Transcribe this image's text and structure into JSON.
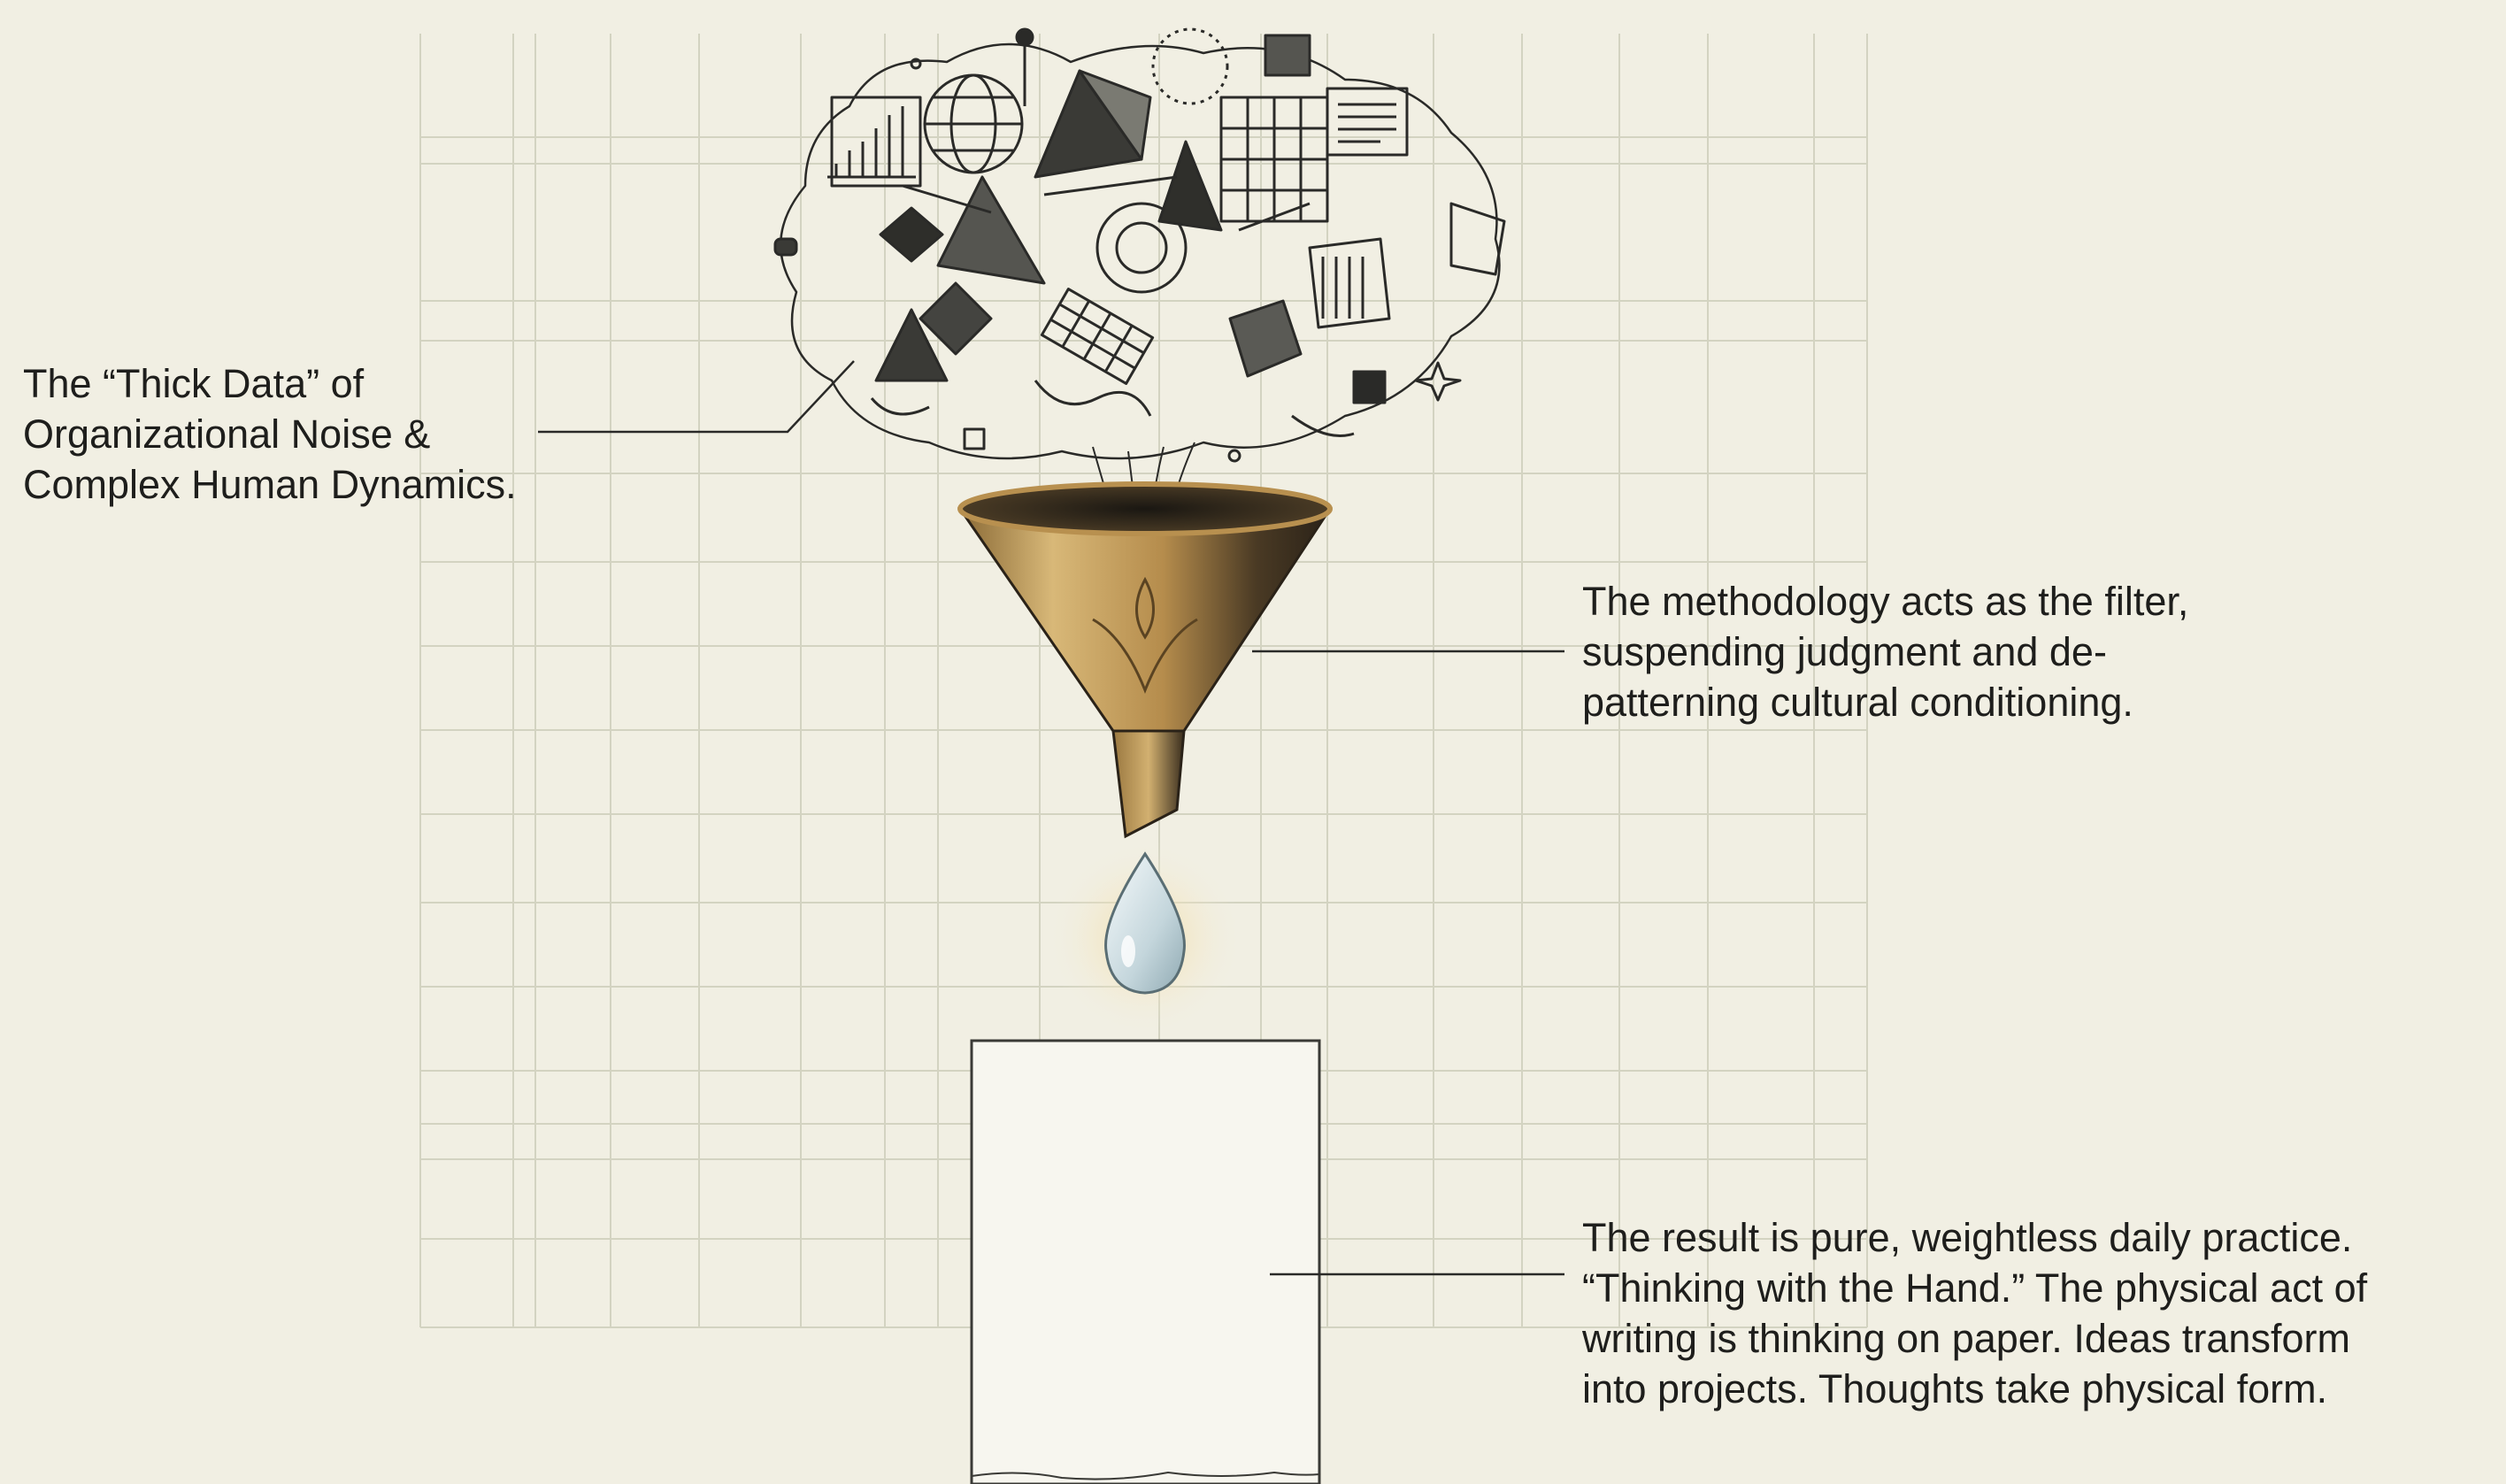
{
  "callouts": {
    "noise": {
      "lines": [
        "The “Thick Data” of",
        "Organizational Noise &",
        "Complex Human Dynamics."
      ]
    },
    "filter": {
      "lines": [
        "The methodology acts as the filter,",
        "suspending judgment and de-",
        "patterning cultural conditioning."
      ]
    },
    "result": {
      "lines": [
        "The result is pure, weightless daily practice.",
        "“Thinking with the Hand.” The physical act of",
        "writing is thinking on paper. Ideas transform",
        "into projects. Thoughts take physical form."
      ]
    }
  },
  "colors": {
    "background": "#f1efe3",
    "grid": "#d3d3c1",
    "ink": "#1e1e1c",
    "funnel_gold": "#b8904f",
    "water": "#d6e4e8"
  }
}
